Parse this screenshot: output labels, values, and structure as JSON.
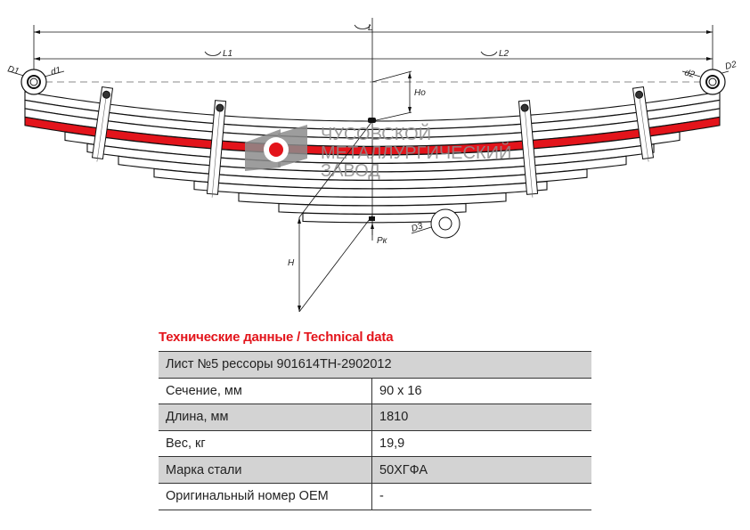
{
  "drawing": {
    "labels": {
      "L": "L",
      "L1": "L1",
      "L2": "L2",
      "D1": "D1",
      "d1": "d1",
      "D2": "D2",
      "d2": "d2",
      "D3": "D3",
      "Ho": "Ho",
      "H": "H",
      "Pk": "Pк"
    },
    "watermark": [
      "ЧУСОВСКОЙ",
      "МЕТАЛЛУРГИЧЕСКИЙ",
      "ЗАВОД"
    ],
    "colors": {
      "highlight_leaf": "#e3141b",
      "line": "#111111",
      "watermark": "#8c8c8c"
    }
  },
  "section_title": "Технические данные / Technical data",
  "table": {
    "header": "Лист №5 рессоры 901614ТН-2902012",
    "rows": [
      {
        "label": "Сечение, мм",
        "value": "90 x 16"
      },
      {
        "label": "Длина, мм",
        "value": "1810"
      },
      {
        "label": "Вес, кг",
        "value": "19,9"
      },
      {
        "label": "Марка стали",
        "value": "50ХГФА"
      },
      {
        "label": "Оригинальный номер OEM",
        "value": "-"
      }
    ]
  }
}
